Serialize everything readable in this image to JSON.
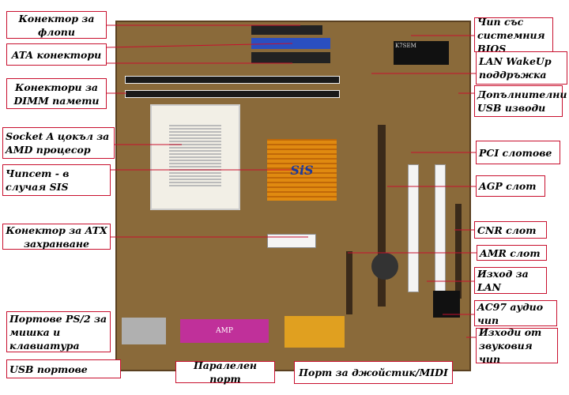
{
  "labels": {
    "floppy": "Конектор за флопи",
    "ata": "ATA конектори",
    "dimm": "Конектори за DIMM памети",
    "socket": "Socket A цокъл за AMD процесор",
    "chipset": "Чипсет - в случая SIS",
    "atx_power": "Конектор за ATX захранване",
    "ps2": "Портове PS/2 за мишка и клавиатура",
    "usb": "USB портове",
    "parallel": "Паралелен порт",
    "joystick": "Порт за джойстик/MIDI",
    "bios": "Чип със системния BIOS",
    "lan_wakeup": "LAN WakeUp поддръжка",
    "extra_usb": "Допълнителни USB изводи",
    "pci": "PCI слотове",
    "agp": "AGP слот",
    "cnr": "CNR слот",
    "amr": "AMR слот",
    "lan_out": "Изход за LAN",
    "ac97": "AC97 аудио чип",
    "audio_out": "Изходи от звуковия чип"
  },
  "board_text": {
    "chipset_logo": "SiS",
    "model": "K7SEM",
    "bios_chip": "K7SEM",
    "parallel_brand": "AMP"
  },
  "colors": {
    "label_border": "#c8102e",
    "board": "#8a6a3a",
    "ide_blue": "#2a4fc0",
    "parallel": "#c0309a",
    "game_port": "#e0a020",
    "heatsink": "#e08a10"
  }
}
